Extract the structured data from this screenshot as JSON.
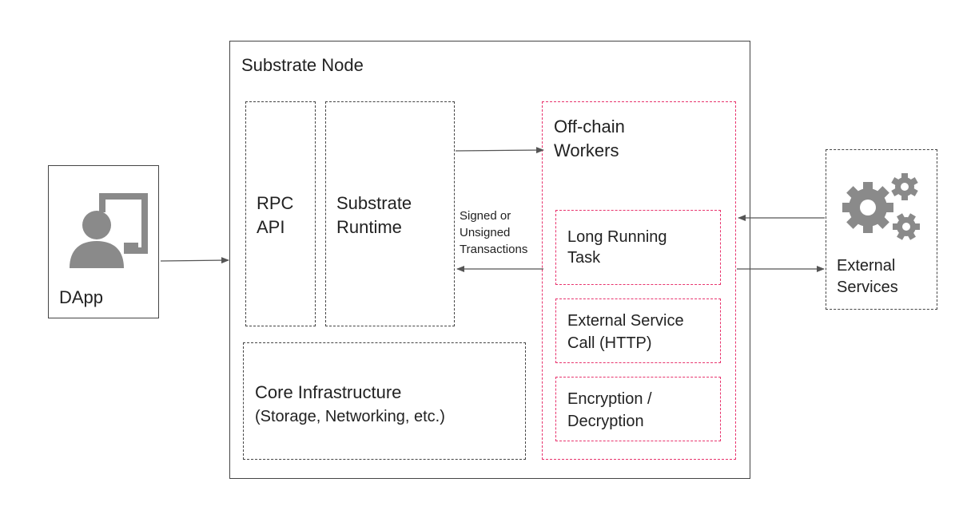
{
  "dapp": {
    "label": "DApp",
    "icon": "user-screen-icon"
  },
  "node": {
    "title": "Substrate Node",
    "rpc_api": "RPC\nAPI",
    "runtime": "Substrate\nRuntime",
    "core": {
      "title": "Core Infrastructure",
      "subtitle": "(Storage, Networking, etc.)"
    },
    "offchain": {
      "title": "Off-chain\nWorkers",
      "tasks": [
        "Long Running\nTask",
        "External Service\nCall (HTTP)",
        "Encryption /\nDecryption"
      ]
    },
    "transactions_label": "Signed or\nUnsigned\nTransactions"
  },
  "external": {
    "label": "External\nServices",
    "icon": "gears-icon"
  },
  "colors": {
    "accent": "#e8336d",
    "border": "#444444",
    "icon": "#8a8a8a"
  }
}
